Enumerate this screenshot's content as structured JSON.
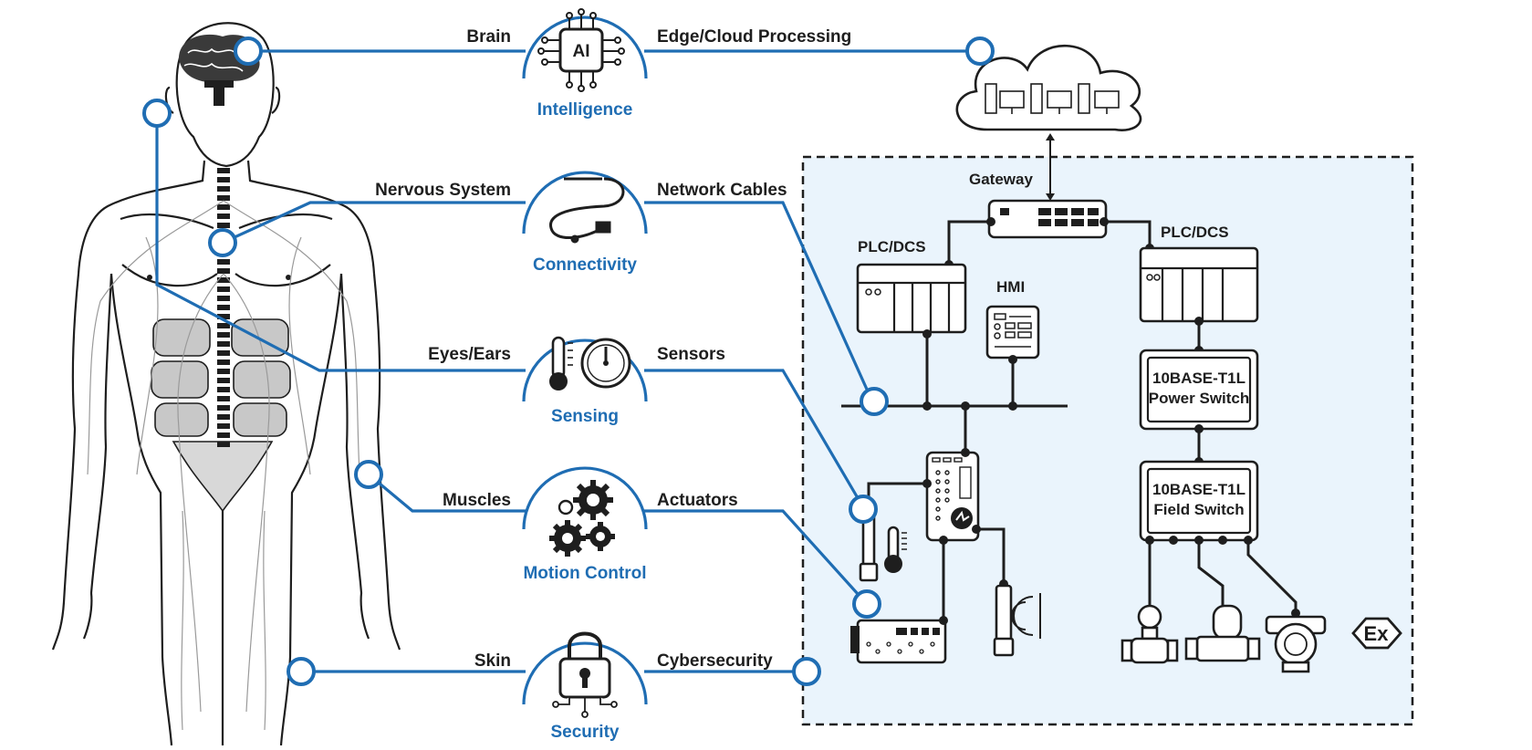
{
  "body_labels": {
    "brain": "Brain",
    "nervous_system": "Nervous System",
    "eyes_ears": "Eyes/Ears",
    "muscles": "Muscles",
    "skin": "Skin"
  },
  "categories": {
    "intelligence": "Intelligence",
    "connectivity": "Connectivity",
    "sensing": "Sensing",
    "motion_control": "Motion Control",
    "security": "Security"
  },
  "tech_labels": {
    "edge_cloud": "Edge/Cloud Processing",
    "network_cables": "Network Cables",
    "sensors": "Sensors",
    "actuators": "Actuators",
    "cybersecurity": "Cybersecurity"
  },
  "network": {
    "gateway": "Gateway",
    "plc_left": "PLC/DCS",
    "plc_right": "PLC/DCS",
    "hmi": "HMI",
    "power_switch": [
      "10BASE-T1L",
      "Power Switch"
    ],
    "field_switch": [
      "10BASE-T1L",
      "Field Switch"
    ],
    "ai_chip": "AI",
    "ex_mark": "Ex"
  },
  "colors": {
    "accent_blue": "#1f6db3",
    "panel_fill": "#eaf4fc",
    "ink": "#1e1e1e"
  }
}
